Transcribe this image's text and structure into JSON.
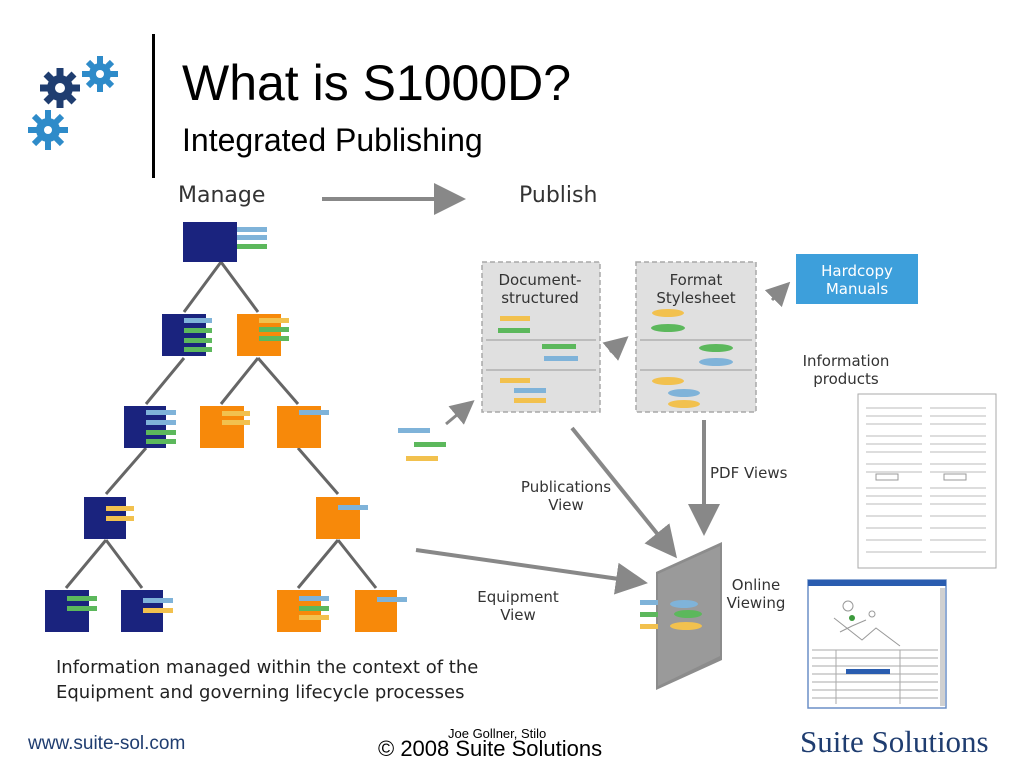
{
  "slide": {
    "title": "What is S1000D?",
    "subtitle": "Integrated Publishing"
  },
  "diagram": {
    "manage_label": "Manage",
    "publish_label": "Publish",
    "document_structured": [
      "Document-",
      "structured"
    ],
    "format_stylesheet": [
      "Format",
      "Stylesheet"
    ],
    "hardcopy_manuals": [
      "Hardcopy",
      "Manuals"
    ],
    "information_products": [
      "Information",
      "products"
    ],
    "pdf_views": "PDF Views",
    "publications_view": [
      "Publications",
      "View"
    ],
    "equipment_view": [
      "Equipment",
      "View"
    ],
    "online_viewing": [
      "Online",
      "Viewing"
    ],
    "caption": [
      "Information managed within the context of the",
      "Equipment and governing lifecycle processes"
    ]
  },
  "footer": {
    "url": "www.suite-sol.com",
    "author": "Joe Gollner, Stilo",
    "copyright": "© 2008 Suite Solutions",
    "brand": "Suite Solutions"
  },
  "colors": {
    "navy": "#1a237e",
    "orange": "#f7890a",
    "hardcopy_blue": "#3d9fdb",
    "bar_blue": "#7fb3d9",
    "bar_green": "#5cb85c",
    "bar_yellow": "#f2c14e",
    "brand_navy": "#1f3d70"
  },
  "icons": [
    "gears-logo-icon"
  ]
}
